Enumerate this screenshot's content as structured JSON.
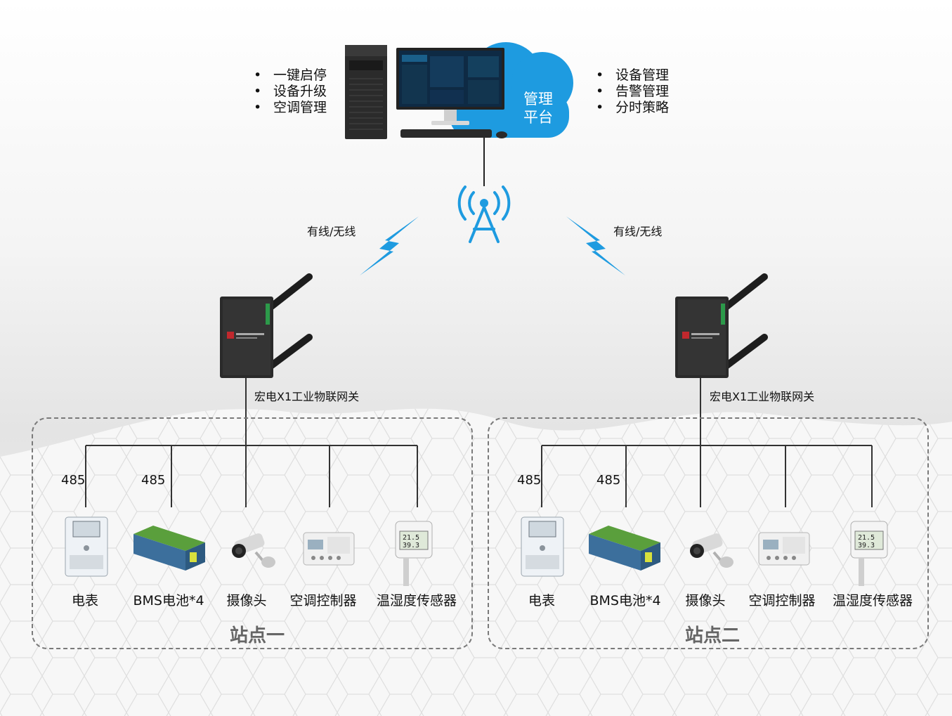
{
  "platform": {
    "left_features": [
      "一键启停",
      "设备升级",
      "空调管理"
    ],
    "right_features": [
      "设备管理",
      "告警管理",
      "分时策略"
    ],
    "cloud_label": [
      "管理",
      "平台"
    ]
  },
  "links": {
    "left_label": "有线/无线",
    "right_label": "有线/无线"
  },
  "gateway_label": "宏电X1工业物联网关",
  "sites": [
    {
      "title": "站点一",
      "ports": [
        "485",
        "485"
      ],
      "devices": [
        "电表",
        "BMS电池*4",
        "摄像头",
        "空调控制器",
        "温湿度传感器"
      ]
    },
    {
      "title": "站点二",
      "ports": [
        "485",
        "485"
      ],
      "devices": [
        "电表",
        "BMS电池*4",
        "摄像头",
        "空调控制器",
        "温湿度传感器"
      ]
    }
  ],
  "colors": {
    "accent": "#1e9be0",
    "line": "#444444",
    "dashed": "#7a7a7a",
    "title": "#666666"
  }
}
